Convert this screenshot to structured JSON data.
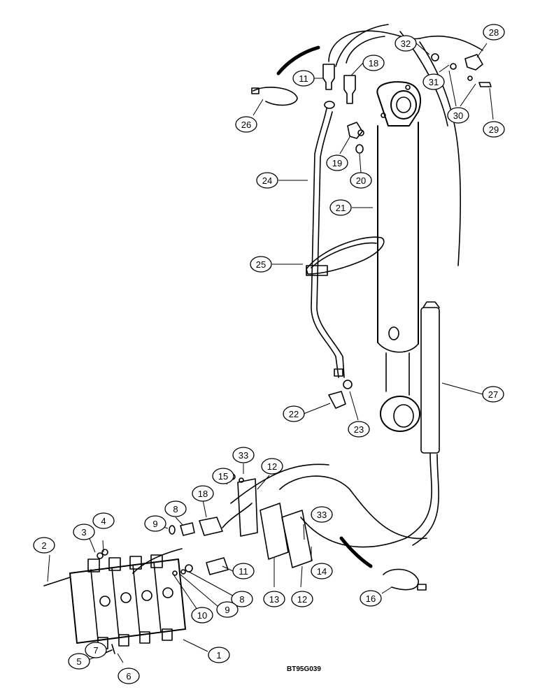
{
  "figure_code": "BT95G039",
  "callouts": [
    {
      "label": "1"
    },
    {
      "label": "2"
    },
    {
      "label": "3"
    },
    {
      "label": "4"
    },
    {
      "label": "5"
    },
    {
      "label": "6"
    },
    {
      "label": "7"
    },
    {
      "label": "8"
    },
    {
      "label": "8"
    },
    {
      "label": "9"
    },
    {
      "label": "9"
    },
    {
      "label": "10"
    },
    {
      "label": "11"
    },
    {
      "label": "11"
    },
    {
      "label": "12"
    },
    {
      "label": "12"
    },
    {
      "label": "13"
    },
    {
      "label": "14"
    },
    {
      "label": "15"
    },
    {
      "label": "16"
    },
    {
      "label": "18"
    },
    {
      "label": "18"
    },
    {
      "label": "19"
    },
    {
      "label": "20"
    },
    {
      "label": "21"
    },
    {
      "label": "22"
    },
    {
      "label": "23"
    },
    {
      "label": "24"
    },
    {
      "label": "25"
    },
    {
      "label": "26"
    },
    {
      "label": "27"
    },
    {
      "label": "28"
    },
    {
      "label": "29"
    },
    {
      "label": "30"
    },
    {
      "label": "31"
    },
    {
      "label": "32"
    },
    {
      "label": "33"
    },
    {
      "label": "33"
    }
  ]
}
